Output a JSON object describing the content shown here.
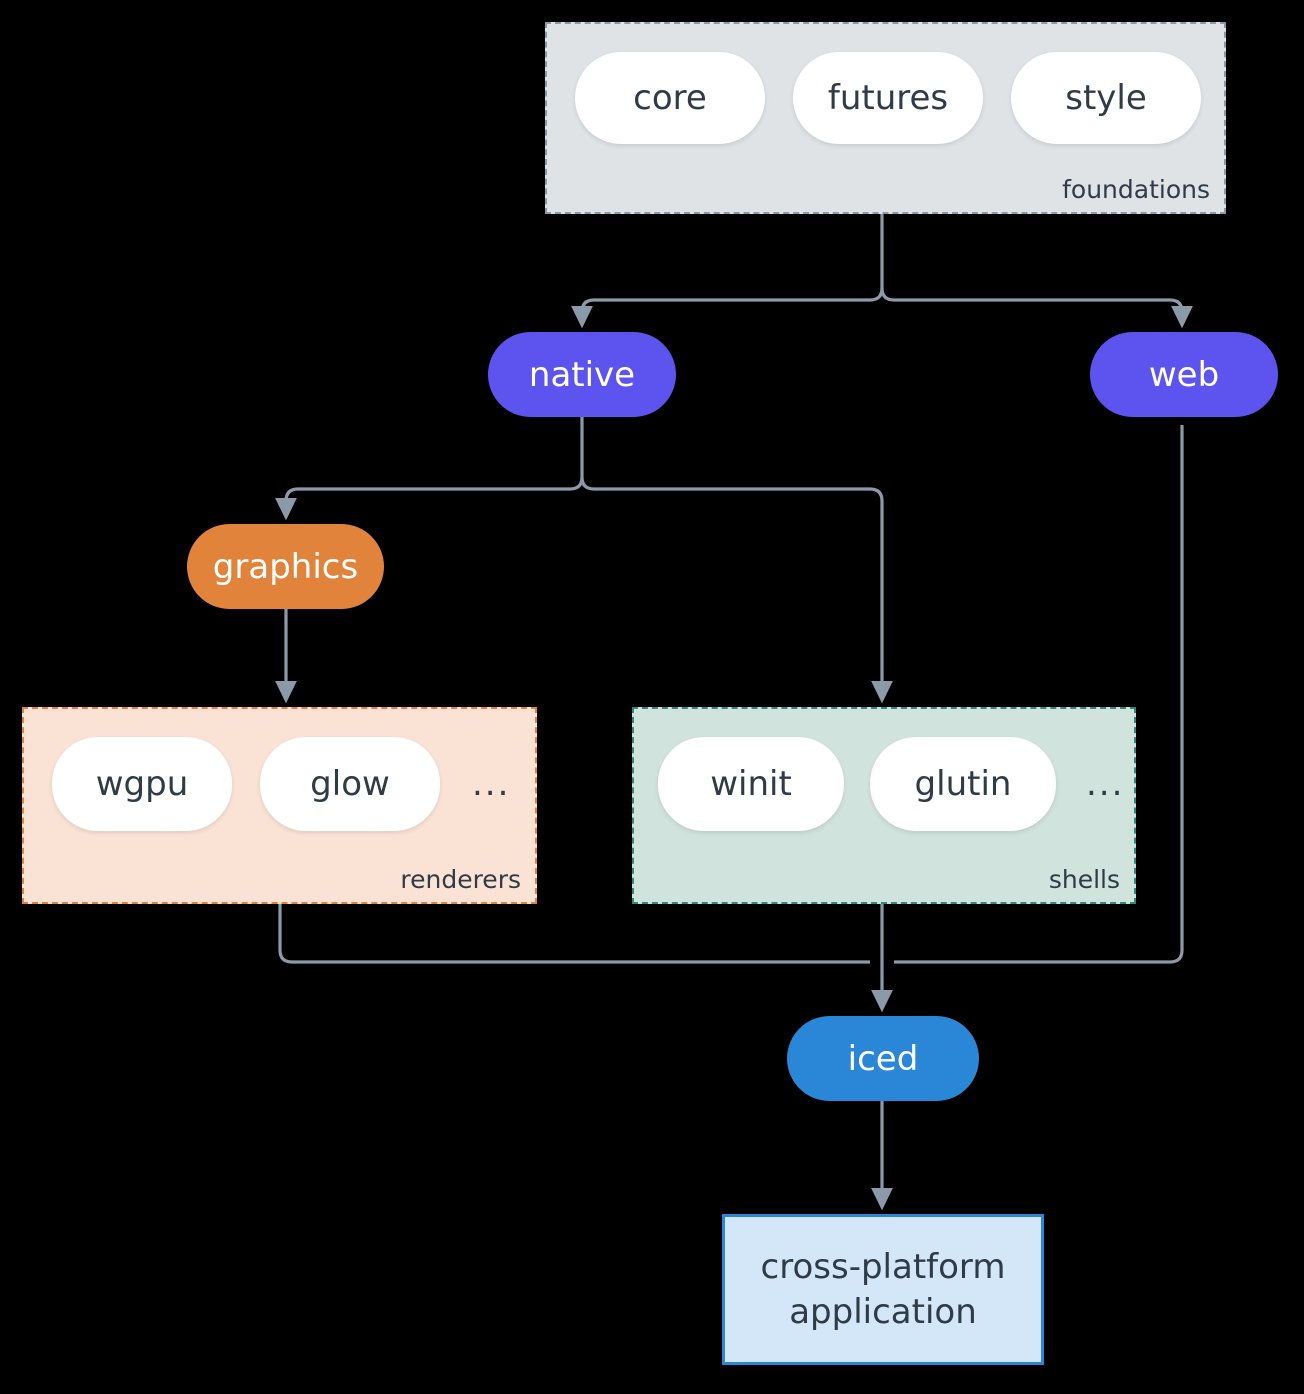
{
  "diagram": {
    "type": "flowchart",
    "direction": "top-down",
    "background_color": "#000000",
    "edge_color": "#8a9aa8",
    "groups": [
      {
        "id": "foundations",
        "label": "foundations",
        "fill": "#dfe3e6",
        "border_color": "#8a9aa8",
        "border_style": "dashed",
        "members": [
          "core",
          "futures",
          "style"
        ],
        "ellipsis": ""
      },
      {
        "id": "renderers",
        "label": "renderers",
        "fill": "#fae3d4",
        "border_color": "#e2833c",
        "border_style": "dashed",
        "members": [
          "wgpu",
          "glow"
        ],
        "ellipsis": "..."
      },
      {
        "id": "shells",
        "label": "shells",
        "fill": "#d1e3dd",
        "border_color": "#2f8a7a",
        "border_style": "dashed",
        "members": [
          "winit",
          "glutin"
        ],
        "ellipsis": "..."
      }
    ],
    "nodes": [
      {
        "id": "native",
        "label": "native",
        "shape": "pill",
        "fill": "#5d54f0",
        "text_color": "#ffffff"
      },
      {
        "id": "web",
        "label": "web",
        "shape": "pill",
        "fill": "#5d54f0",
        "text_color": "#ffffff"
      },
      {
        "id": "graphics",
        "label": "graphics",
        "shape": "pill",
        "fill": "#e2833c",
        "text_color": "#ffffff"
      },
      {
        "id": "iced",
        "label": "iced",
        "shape": "pill",
        "fill": "#2a87d8",
        "text_color": "#ffffff"
      },
      {
        "id": "application",
        "label_line1": "cross-platform",
        "label_line2": "application",
        "shape": "rect",
        "fill": "#d4e7f8",
        "border_color": "#2a87d8",
        "text_color": "#2f3b47"
      }
    ],
    "edges": [
      {
        "from": "foundations",
        "to": "native",
        "arrow": true
      },
      {
        "from": "foundations",
        "to": "web",
        "arrow": true
      },
      {
        "from": "native",
        "to": "graphics",
        "arrow": true
      },
      {
        "from": "native",
        "to": "shells",
        "arrow": true
      },
      {
        "from": "graphics",
        "to": "renderers",
        "arrow": true
      },
      {
        "from": "renderers",
        "to": "iced",
        "arrow": true
      },
      {
        "from": "shells",
        "to": "iced",
        "arrow": true
      },
      {
        "from": "web",
        "to": "iced",
        "arrow": true
      },
      {
        "from": "iced",
        "to": "application",
        "arrow": true
      }
    ]
  }
}
